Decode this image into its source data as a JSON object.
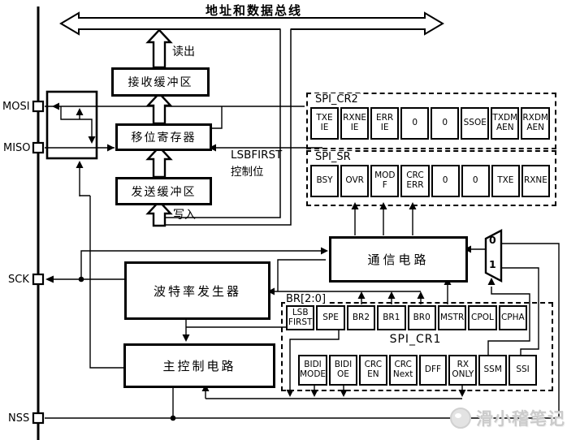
{
  "bus": {
    "title": "地址和数据总线"
  },
  "pins": {
    "mosi": "MOSI",
    "miso": "MISO",
    "sck": "SCK",
    "nss": "NSS"
  },
  "flow_labels": {
    "read": "读出",
    "write": "写入",
    "lsbfirst_line1": "LSBFIRST",
    "lsbfirst_line2": "控制位",
    "br_bits": "BR[2:0]"
  },
  "blocks": {
    "rx_buffer": "接收缓冲区",
    "shift_register": "移位寄存器",
    "tx_buffer": "发送缓冲区",
    "comm_circuit": "通信电路",
    "baud_rate_generator": "波特率发生器",
    "master_control": "主控制电路"
  },
  "registers": {
    "spi_cr2": {
      "name": "SPI_CR2",
      "bits": [
        "TXE\nIE",
        "RXNE\nIE",
        "ERR\nIE",
        "0",
        "0",
        "SSOE",
        "TXDM\nAEN",
        "RXDM\nAEN"
      ]
    },
    "spi_sr": {
      "name": "SPI_SR",
      "bits": [
        "BSY",
        "OVR",
        "MOD\nF",
        "CRC\nERR",
        "0",
        "0",
        "TXE",
        "RXNE"
      ]
    },
    "spi_cr1": {
      "name": "SPI_CR1",
      "bits_high": [
        "LSB\nFIRST",
        "SPE",
        "BR2",
        "BR1",
        "BR0",
        "MSTR",
        "CPOL",
        "CPHA"
      ],
      "bits_low": [
        "BIDI\nMODE",
        "BIDI\nOE",
        "CRC\nEN",
        "CRC\nNext",
        "DFF",
        "RX\nONLY",
        "SSM",
        "SSI"
      ]
    }
  },
  "mux": {
    "input0": "0",
    "input1": "1"
  },
  "watermark": {
    "text": "滑小稽笔记"
  },
  "colors": {
    "line": "#000000",
    "background": "#ffffff",
    "watermark": "#c8c8c8"
  }
}
